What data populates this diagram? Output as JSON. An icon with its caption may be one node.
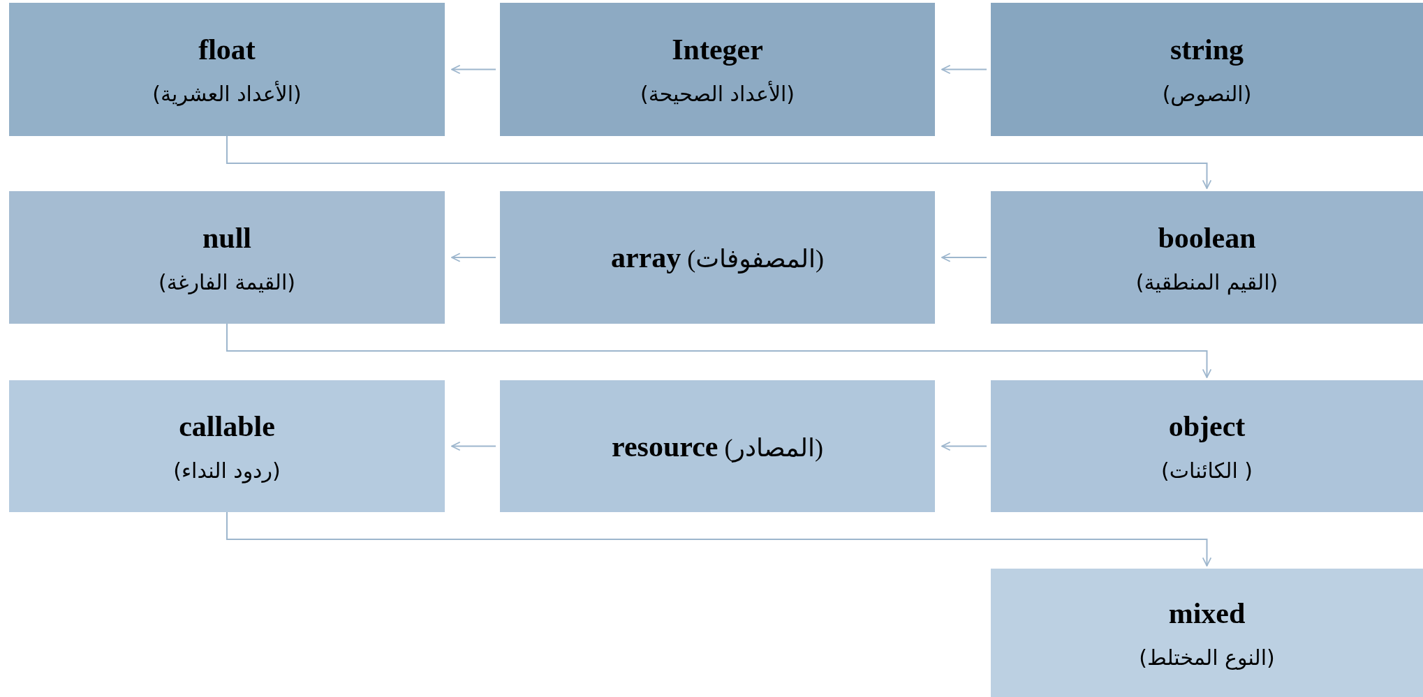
{
  "diagram": {
    "nodes": [
      {
        "text": [
          "float",
          "(الأعداد العشرية)"
        ]
      },
      {
        "text": [
          "Integer",
          "(الأعداد الصحيحة)"
        ]
      },
      {
        "text": [
          "string",
          "(النصوص)"
        ]
      },
      {
        "text": [
          "null",
          "(القيمة الفارغة)"
        ]
      },
      {
        "text": [
          "**array** (المصفوفات)"
        ]
      },
      {
        "text": [
          "boolean",
          "(القيم المنطقية)"
        ]
      },
      {
        "text": [
          "callable",
          "(ردود النداء)"
        ]
      },
      {
        "text": [
          "**resource** (المصادر)"
        ]
      },
      {
        "text": [
          "object",
          "(الكائنات )"
        ]
      },
      {
        "text": [
          "mixed",
          "(النوع المختلط)"
        ]
      }
    ],
    "edges": [
      {
        "from": 2,
        "to": 1,
        "arrow": "to"
      },
      {
        "from": 1,
        "to": 0,
        "arrow": "to"
      },
      {
        "from": 0,
        "to": 5,
        "arrow": "to"
      },
      {
        "from": 5,
        "to": 4,
        "arrow": "to"
      },
      {
        "from": 4,
        "to": 3,
        "arrow": "to"
      },
      {
        "from": 3,
        "to": 8,
        "arrow": "to"
      },
      {
        "from": 8,
        "to": 7,
        "arrow": "to"
      },
      {
        "from": 7,
        "to": 6,
        "arrow": "to"
      },
      {
        "from": 6,
        "to": 9,
        "arrow": "to"
      }
    ]
  }
}
